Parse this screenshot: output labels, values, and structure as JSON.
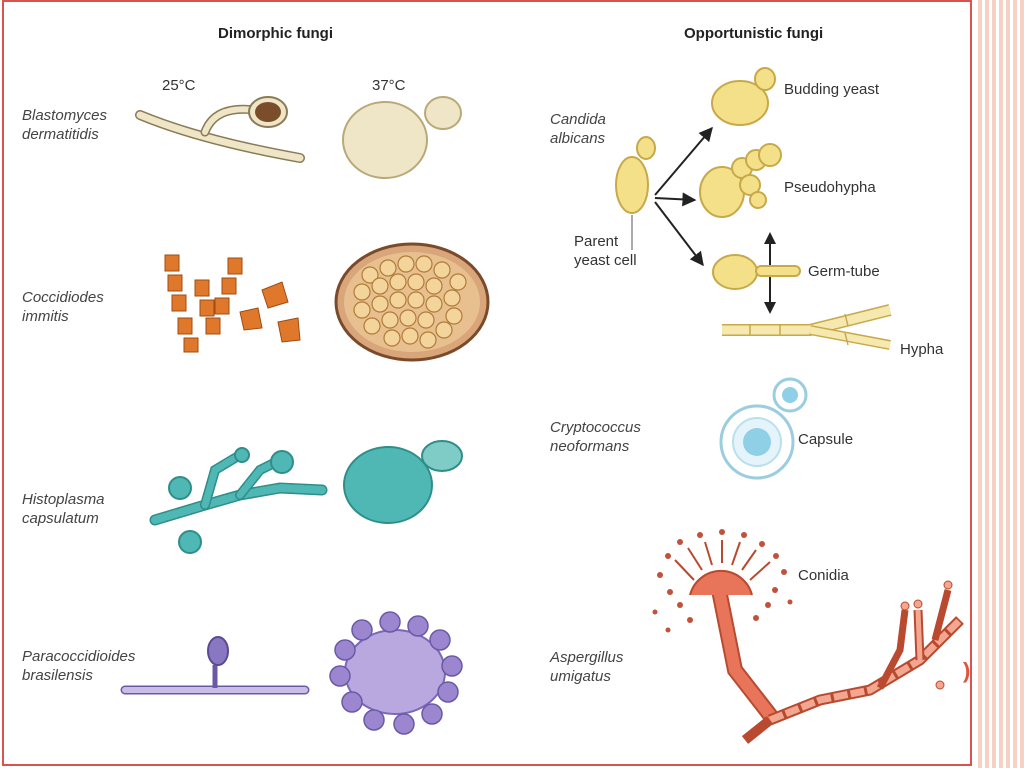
{
  "headings": {
    "dimorphic": "Dimorphic fungi",
    "opportunistic": "Opportunistic fungi"
  },
  "temperatures": {
    "low": "25°C",
    "high": "37°C"
  },
  "dimorphic_species": [
    {
      "line1": "Blastomyces",
      "line2": "dermatitidis"
    },
    {
      "line1": "Coccidiodes",
      "line2": "immitis"
    },
    {
      "line1": "Histoplasma",
      "line2": "capsulatum"
    },
    {
      "line1": "Paracoccidioides",
      "line2": "brasilensis"
    }
  ],
  "opportunistic_species": [
    {
      "line1": "Candida",
      "line2": "albicans"
    },
    {
      "line1": "Cryptococcus",
      "line2": "neoformans"
    },
    {
      "line1": "Aspergillus",
      "line2": "umigatus"
    }
  ],
  "candida_labels": {
    "parent_line1": "Parent",
    "parent_line2": "yeast cell",
    "budding": "Budding yeast",
    "pseudohypha": "Pseudohypha",
    "germ_tube": "Germ-tube",
    "hypha": "Hypha"
  },
  "cryptococcus_label": "Capsule",
  "aspergillus_label": "Conidia",
  "colors": {
    "frame_border": "#d9534f",
    "blastomyces": "#efe6c8",
    "coccidioides": "#e0782c",
    "histoplasma": "#4fb8b4",
    "paracoccidioides": "#9b86cf",
    "candida": "#f5e08a",
    "cryptococcus": "#bfe3ef",
    "aspergillus": "#e8745a"
  },
  "glyphs": {
    "slide_mark": ")"
  }
}
